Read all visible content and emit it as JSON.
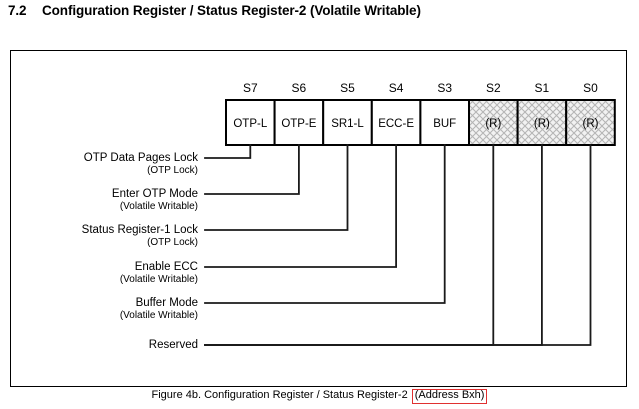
{
  "heading": {
    "number": "7.2",
    "title": "Configuration Register / Status Register-2 (Volatile Writable)"
  },
  "register": {
    "bits": [
      {
        "index": "S7",
        "name": "OTP-L",
        "reserved": false
      },
      {
        "index": "S6",
        "name": "OTP-E",
        "reserved": false
      },
      {
        "index": "S5",
        "name": "SR1-L",
        "reserved": false
      },
      {
        "index": "S4",
        "name": "ECC-E",
        "reserved": false
      },
      {
        "index": "S3",
        "name": "BUF",
        "reserved": false
      },
      {
        "index": "S2",
        "name": "(R)",
        "reserved": true
      },
      {
        "index": "S1",
        "name": "(R)",
        "reserved": true
      },
      {
        "index": "S0",
        "name": "(R)",
        "reserved": true
      }
    ],
    "field_labels": [
      {
        "main": "OTP Data Pages Lock",
        "sub": "(OTP Lock)"
      },
      {
        "main": "Enter OTP Mode",
        "sub": "(Volatile Writable)"
      },
      {
        "main": "Status Register-1 Lock",
        "sub": "(OTP Lock)"
      },
      {
        "main": "Enable ECC",
        "sub": "(Volatile Writable)"
      },
      {
        "main": "Buffer Mode",
        "sub": "(Volatile Writable)"
      },
      {
        "main": "Reserved",
        "sub": ""
      }
    ]
  },
  "caption": {
    "text": "Figure 4b. Configuration Register / Status Register-2 ",
    "address": "(Address Bxh)"
  },
  "colors": {
    "highlight_border": "#e03030",
    "line": "#000000",
    "hatch": "#bdbdbd",
    "page_background": "#ffffff"
  }
}
